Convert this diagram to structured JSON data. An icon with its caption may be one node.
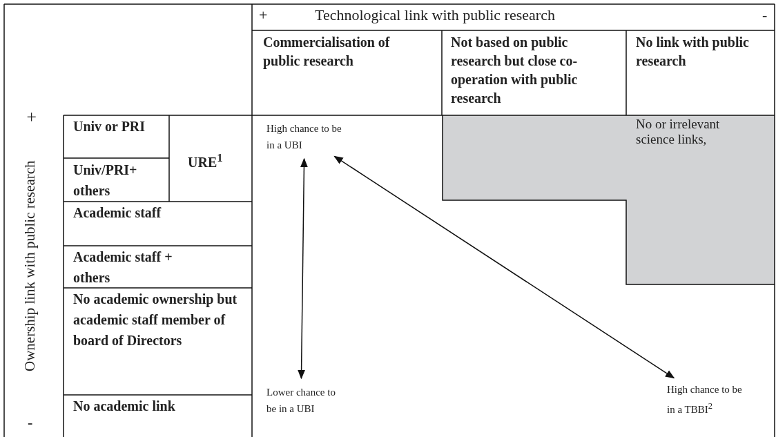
{
  "diagram": {
    "nodes": [
      {
        "text": [
          "High chance to be in a UBI"
        ]
      },
      {
        "text": [
          "Lower chance to be in a UBI"
        ]
      },
      {
        "text": [
          "High chance to be in a TBBI$^{2}$"
        ]
      },
      {
        "text": [
          "No or irrelevant science links,"
        ]
      }
    ],
    "edges": [
      {
        "from": 0,
        "to": 1,
        "arrow": "both"
      },
      {
        "from": 0,
        "to": 2,
        "arrow": "both"
      }
    ],
    "labels": [
      "+",
      "Technological link with public research",
      "-",
      "Commercialisation of public research",
      "Not based on public research but close co-operation with public research",
      "No link with public research",
      "+",
      "Ownership link with public research",
      "-",
      "Univ or PRI",
      "URE$^{1}$",
      "Univ/PRI+ others",
      "Academic staff",
      "Academic staff + others",
      "No academic ownership but academic staff member of board of Directors",
      "No academic link"
    ]
  }
}
